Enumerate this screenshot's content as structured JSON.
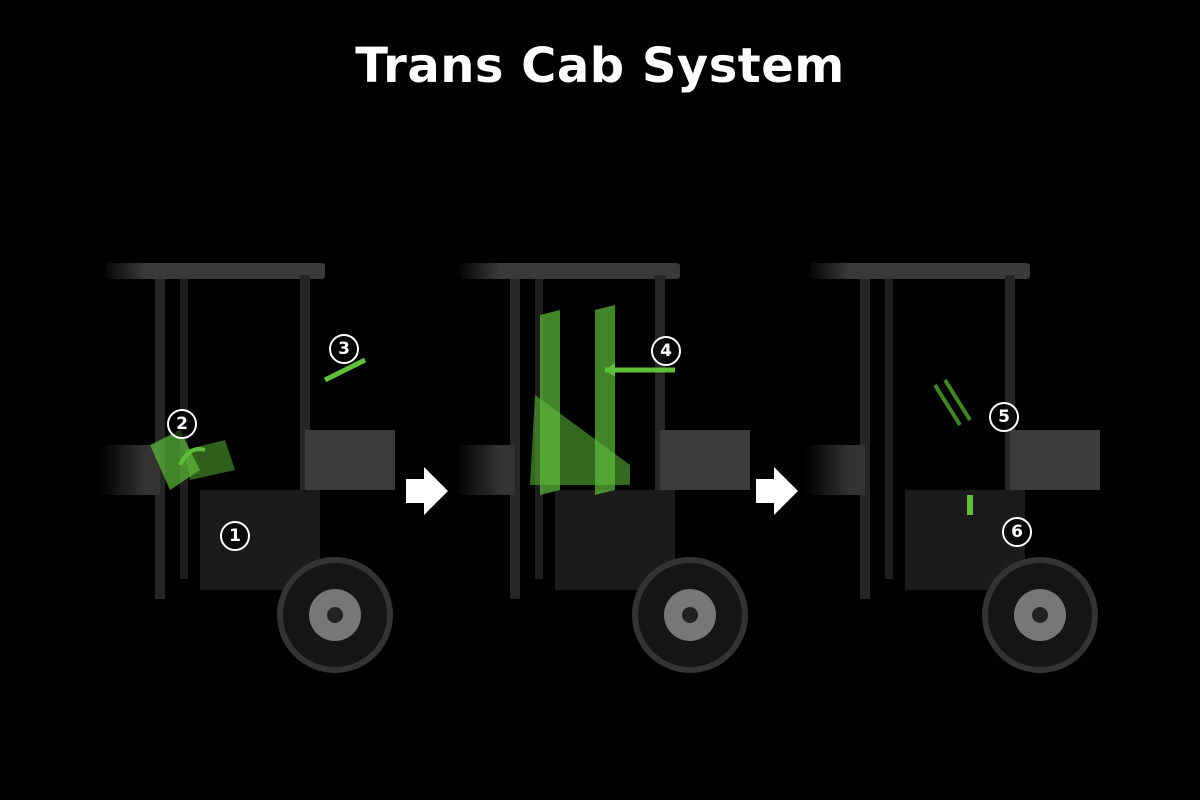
{
  "title": "Trans Cab System",
  "colors": {
    "background": "#000000",
    "highlight": "#5fbf3a",
    "vehicle": "#2a2a2a"
  },
  "panels": [
    {
      "step": "stage-1",
      "markers": [
        "1",
        "2",
        "3"
      ]
    },
    {
      "step": "stage-2",
      "markers": [
        "4"
      ]
    },
    {
      "step": "stage-3",
      "markers": [
        "5",
        "6"
      ]
    }
  ]
}
